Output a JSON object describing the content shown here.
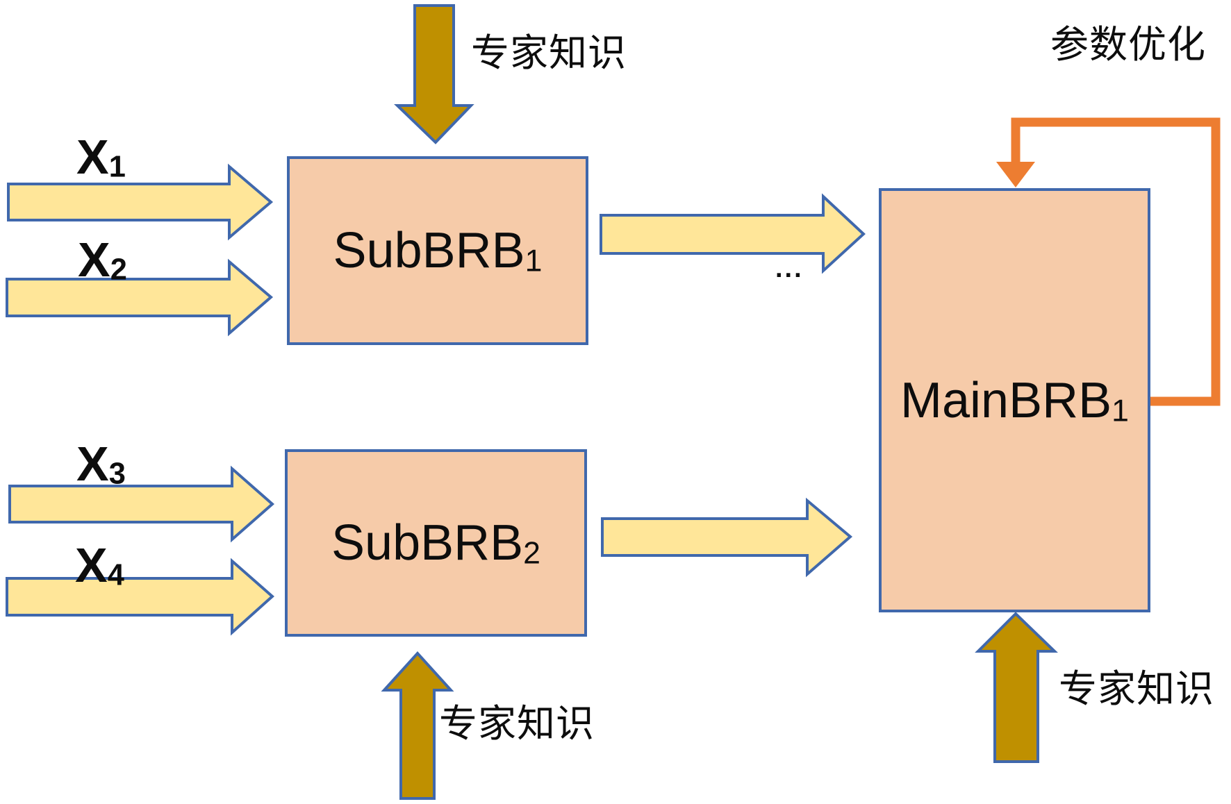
{
  "diagram": {
    "boxes": {
      "sub1": {
        "name": "SubBRB",
        "sub": "1"
      },
      "sub2": {
        "name": "SubBRB",
        "sub": "2"
      },
      "main1": {
        "name": "MainBRB",
        "sub": "1"
      }
    },
    "inputs": {
      "x1": {
        "base": "X",
        "sub": "1"
      },
      "x2": {
        "base": "X",
        "sub": "2"
      },
      "x3": {
        "base": "X",
        "sub": "3"
      },
      "x4": {
        "base": "X",
        "sub": "4"
      }
    },
    "labels": {
      "expert_top": "专家知识",
      "expert_bottom_left": "专家知识",
      "expert_bottom_right": "专家知识",
      "parameter_optimization": "参数优化",
      "ellipsis": "..."
    },
    "colors": {
      "box_fill": "#F6CBA9",
      "outline_blue": "#4068AC",
      "flow_arrow_fill": "#FFE699",
      "expert_arrow_fill": "#BF9000",
      "feedback_orange": "#ED7D31",
      "text": "#0D0D0D"
    }
  }
}
